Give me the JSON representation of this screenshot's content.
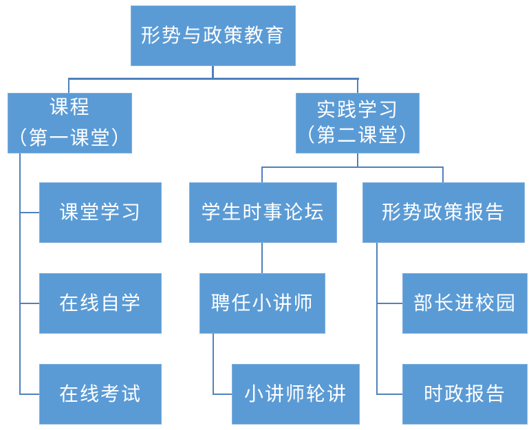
{
  "diagram": {
    "type": "org-chart-flow-diagram",
    "colors": {
      "node_fill": "#5B9BD5",
      "node_border": "#7FAEDD",
      "connector": "#4E81BD",
      "text": "#FFFFFF",
      "background": "#FFFFFF"
    },
    "nodes": {
      "root": {
        "label": "形势与政策教育"
      },
      "course": {
        "line1": "课程",
        "line2": "（第一课堂）"
      },
      "practice": {
        "line1": "实践学习",
        "line2": "（第二课堂）"
      },
      "classroom_study": {
        "label": "课堂学习"
      },
      "online_self_study": {
        "label": "在线自学"
      },
      "online_exam": {
        "label": "在线考试"
      },
      "student_current_affairs_forum": {
        "label": "学生时事论坛"
      },
      "situation_policy_report": {
        "label": "形势政策报告"
      },
      "appoint_junior_lecturers": {
        "label": "聘任小讲师"
      },
      "junior_lecturer_rotation": {
        "label": "小讲师轮讲"
      },
      "minister_into_campus": {
        "label": "部长进校园"
      },
      "current_politics_report": {
        "label": "时政报告"
      }
    },
    "edges": [
      {
        "from": "root",
        "to": "course"
      },
      {
        "from": "root",
        "to": "practice"
      },
      {
        "from": "course",
        "to": "classroom_study"
      },
      {
        "from": "course",
        "to": "online_self_study"
      },
      {
        "from": "course",
        "to": "online_exam"
      },
      {
        "from": "practice",
        "to": "student_current_affairs_forum"
      },
      {
        "from": "practice",
        "to": "situation_policy_report"
      },
      {
        "from": "student_current_affairs_forum",
        "to": "appoint_junior_lecturers"
      },
      {
        "from": "appoint_junior_lecturers",
        "to": "junior_lecturer_rotation"
      },
      {
        "from": "situation_policy_report",
        "to": "minister_into_campus"
      },
      {
        "from": "situation_policy_report",
        "to": "current_politics_report"
      }
    ]
  }
}
